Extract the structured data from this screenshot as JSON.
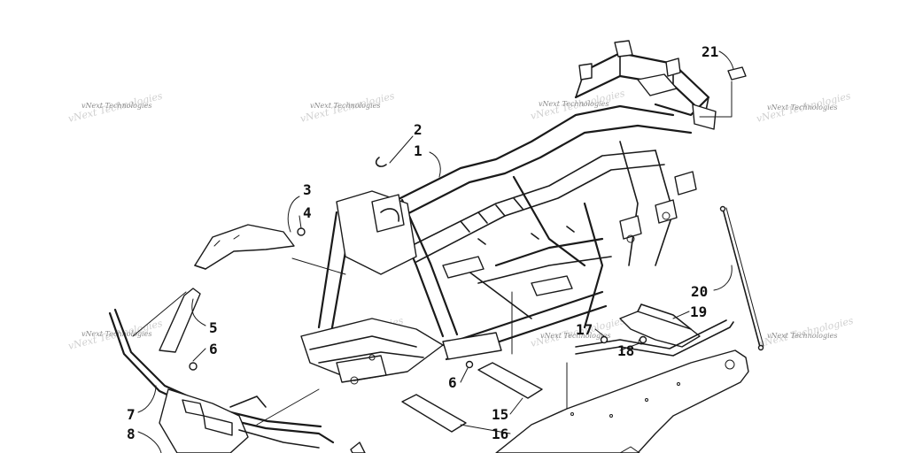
{
  "callouts": [
    {
      "id": "1",
      "label": "1"
    },
    {
      "id": "2",
      "label": "2"
    },
    {
      "id": "3",
      "label": "3"
    },
    {
      "id": "4",
      "label": "4"
    },
    {
      "id": "5",
      "label": "5"
    },
    {
      "id": "6a",
      "label": "6"
    },
    {
      "id": "6b",
      "label": "6"
    },
    {
      "id": "7",
      "label": "7"
    },
    {
      "id": "8",
      "label": "8"
    },
    {
      "id": "15",
      "label": "15"
    },
    {
      "id": "16",
      "label": "16"
    },
    {
      "id": "17",
      "label": "17"
    },
    {
      "id": "18",
      "label": "18"
    },
    {
      "id": "19",
      "label": "19"
    },
    {
      "id": "20",
      "label": "20"
    },
    {
      "id": "21",
      "label": "21"
    }
  ],
  "watermark": {
    "text": "vNext Technologies"
  }
}
